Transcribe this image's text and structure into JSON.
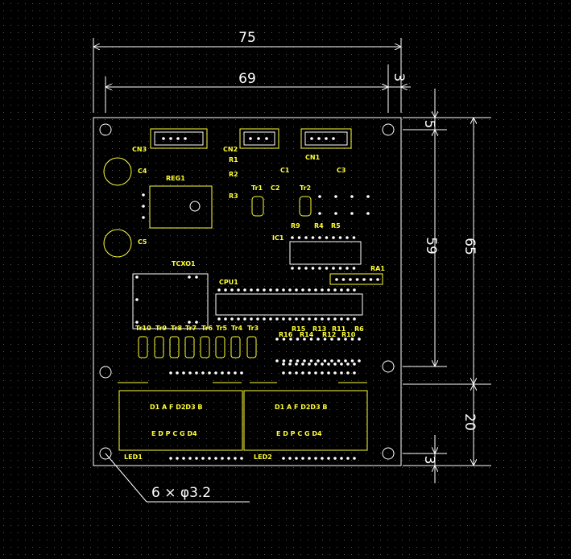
{
  "dimensions": {
    "width_total": "75",
    "width_inner": "69",
    "width_offset": "3",
    "height_upper_offset": "5",
    "height_upper": "59",
    "height_total": "65",
    "height_lower": "20",
    "height_lower_offset": "3",
    "holes_note": "6 × φ3.2"
  },
  "labels": {
    "cn3": "CN3",
    "cn2": "CN2",
    "cn1": "CN1",
    "c4": "C4",
    "c5": "C5",
    "c1": "C1",
    "c2": "C2",
    "c3": "C3",
    "reg1": "REG1",
    "r1": "R1",
    "r2": "R2",
    "r3": "R3",
    "tr1": "Tr1",
    "tr2": "Tr2",
    "r9": "R9",
    "r4": "R4",
    "r5": "R5",
    "ic1": "IC1",
    "ra1": "RA1",
    "tcxo1": "TCXO1",
    "cpu1": "CPU1",
    "tr_row": [
      "Tr10",
      "Tr9",
      "Tr8",
      "Tr7",
      "Tr6",
      "Tr5",
      "Tr4",
      "Tr3"
    ],
    "r_row": [
      "R16",
      "R15",
      "R14",
      "R13",
      "R12",
      "R11",
      "R10",
      "R6"
    ],
    "seg_top": "D1 A F D2D3 B",
    "seg_bottom": "E D P C G D4",
    "led1": "LED1",
    "led2": "LED2"
  }
}
